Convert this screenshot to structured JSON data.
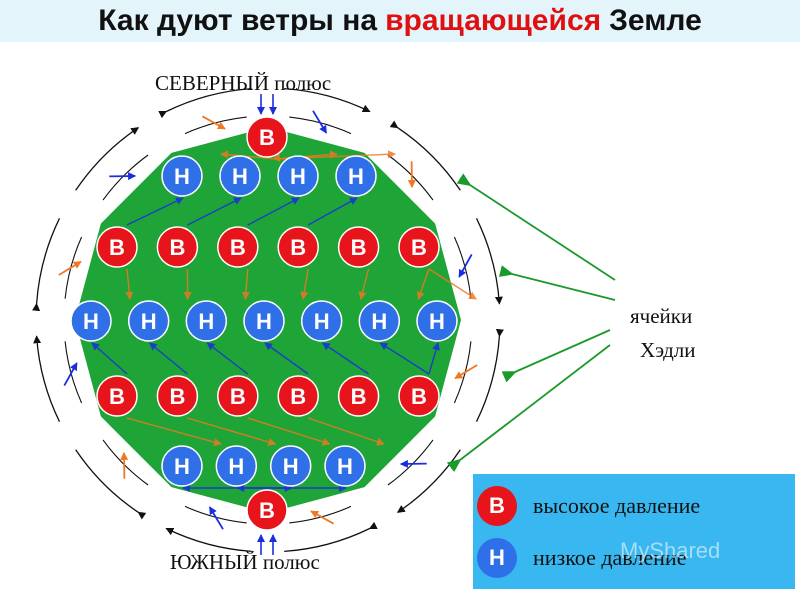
{
  "title": {
    "prefix": "Как дуют ветры на",
    "highlight": "вращающейся",
    "suffix": "Земле"
  },
  "labels": {
    "north_pole": "СЕВЕРНЫЙ полюс",
    "south_pole": "ЮЖНЫЙ полюс",
    "hadley_line1": "ячейки",
    "hadley_line2": "Хэдли"
  },
  "pressure_symbols": {
    "high": "В",
    "low": "Н"
  },
  "legend": {
    "high_label": "высокое давление",
    "low_label": "низкое давление"
  },
  "watermark": "MyShared",
  "rows": [
    {
      "type": "high",
      "count": 1
    },
    {
      "type": "low",
      "count": 4
    },
    {
      "type": "high",
      "count": 6
    },
    {
      "type": "low",
      "count": 7
    },
    {
      "type": "high",
      "count": 6
    },
    {
      "type": "low",
      "count": 4
    },
    {
      "type": "high",
      "count": 1
    }
  ],
  "colors": {
    "title_bg": "#e4f4fb",
    "title_highlight": "#e01010",
    "earth": "#1fa438",
    "high_pressure": "#e8141c",
    "low_pressure": "#2f6fe8",
    "legend_bg": "#38b7f0",
    "pointer_arrow": "#1a9a2a",
    "wind_blue": "#1a2ee0",
    "wind_orange": "#f07820",
    "cell_arrow": "#111111"
  }
}
